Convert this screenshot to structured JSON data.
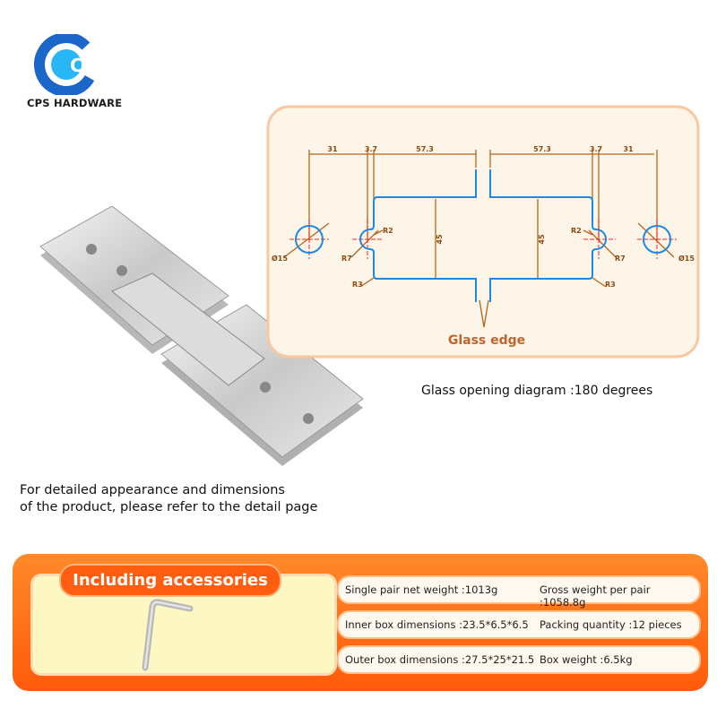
{
  "brand": {
    "logo_letters": "CPS",
    "name": "CPS HARDWARE"
  },
  "diagram": {
    "dims_left": [
      "31",
      "3.7",
      "57.3"
    ],
    "dims_right": [
      "57.3",
      "3.7",
      "31"
    ],
    "height": "45",
    "labels": {
      "dia": "Ø15",
      "r2": "R2",
      "r7": "R7",
      "r3": "R3"
    },
    "glass_edge": "Glass edge",
    "caption": "Glass opening diagram :180 degrees"
  },
  "note": {
    "line1": "For detailed appearance and dimensions",
    "line2": "of the product, please refer to the detail page"
  },
  "accessories": {
    "title": "Including accessories"
  },
  "specs": [
    {
      "left": "Single pair net weight :1013g",
      "right": "Gross weight per pair :1058.8g"
    },
    {
      "left": "Inner box dimensions :23.5*6.5*6.5",
      "right": "Packing quantity :12 pieces"
    },
    {
      "left": "Outer box dimensions :27.5*25*21.5",
      "right": "Box weight :6.5kg"
    }
  ],
  "colors": {
    "accent": "#ff5e10",
    "drawing_line": "#1e88e5",
    "dimension": "#b5651d",
    "center": "#ff2020"
  }
}
